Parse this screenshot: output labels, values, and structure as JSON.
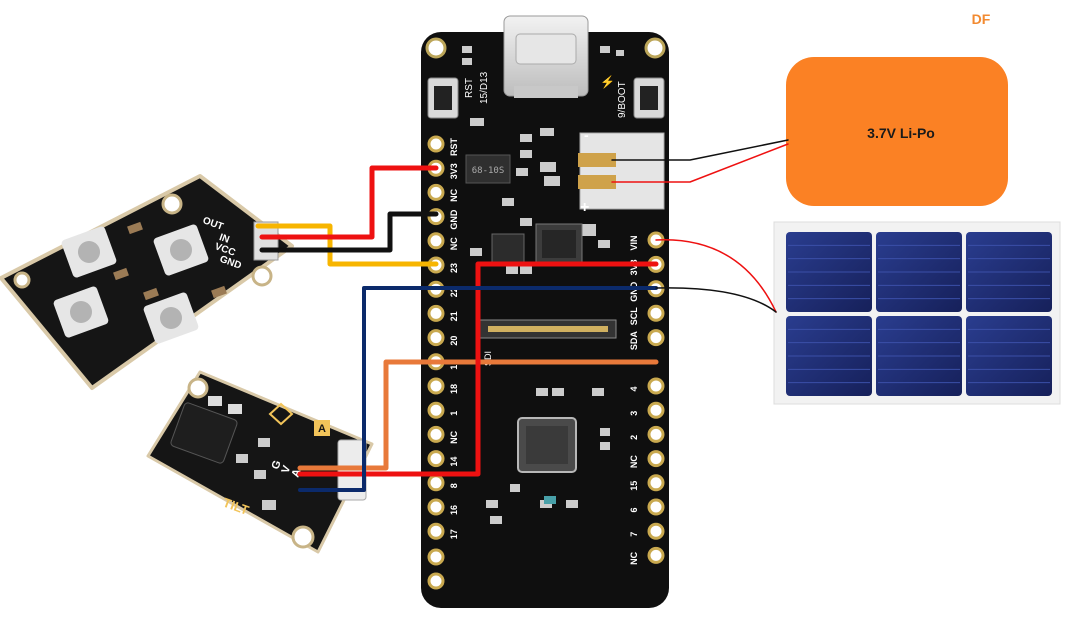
{
  "corner_label": "DF",
  "battery": {
    "label": "3.7V Li-Po",
    "color": "#fb8124"
  },
  "board": {
    "top_labels": {
      "rst": "RST",
      "d13": "15/D13",
      "boot": "9/BOOT"
    },
    "regulator_text": "68-10S",
    "connector_minus": "-",
    "connector_plus": "+",
    "sdi_label": "SDI",
    "left_pins": [
      "RST",
      "3V3",
      "NC",
      "GND",
      "NC",
      "23",
      "22",
      "21",
      "20",
      "19",
      "18",
      "1",
      "NC",
      "14",
      "8",
      "16",
      "17"
    ],
    "right_pins_mid": [
      "4",
      "3",
      "2",
      "NC",
      "15",
      "6",
      "7",
      "NC"
    ],
    "right_header_pins": [
      "VIN",
      "3V3",
      "GND",
      "SCL",
      "SDA"
    ]
  },
  "led_module": {
    "pins": [
      "OUT",
      "IN",
      "VCC",
      "GND"
    ]
  },
  "tilt_module": {
    "name": "TILT",
    "pins": [
      "G",
      "V",
      "A"
    ],
    "badge": "A"
  },
  "wire_colors": {
    "red": "#ee1111",
    "black": "#111111",
    "yellow": "#f7b500",
    "navy": "#0b2a6b",
    "orange": "#e8793a"
  }
}
